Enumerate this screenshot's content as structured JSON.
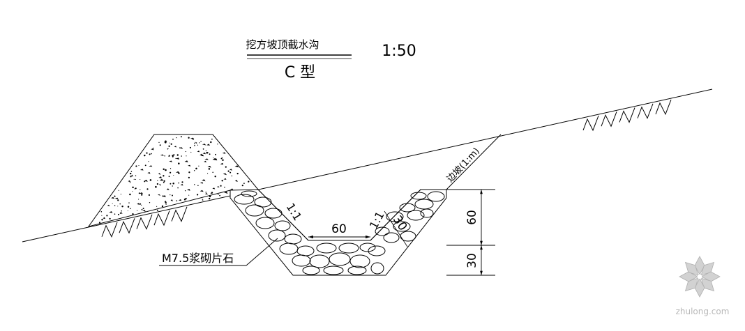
{
  "title": {
    "name": "挖方坡顶截水沟",
    "type": "C 型",
    "scale": "1:50"
  },
  "labels": {
    "slope_left": "1:1",
    "slope_right": "1:1",
    "bottom_width": "60",
    "lining_thickness": "30",
    "excavated_slope": "边坡(1:m)",
    "material": "M7.5浆砌片石"
  },
  "dimensions": {
    "depth": "60",
    "base": "30"
  },
  "watermark": {
    "text": "zhulong.com"
  }
}
